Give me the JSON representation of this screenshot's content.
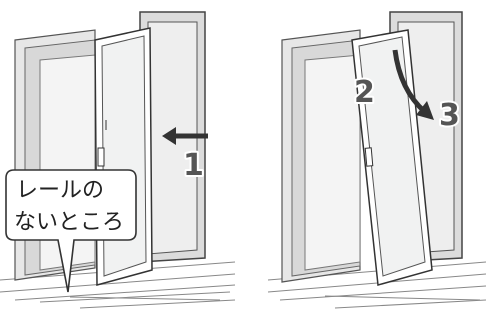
{
  "panels": [
    {
      "steps": [
        "1"
      ],
      "callout": {
        "line1": "レールの",
        "line2": "ないところ"
      }
    },
    {
      "steps": [
        "2",
        "3"
      ]
    }
  ],
  "colors": {
    "wall": "#e6e6e6",
    "wall_shadow": "#cfcfcf",
    "frame": "#ffffff",
    "glass": "#eef0f0",
    "stroke": "#444444",
    "arrow": "#333333",
    "step_number": "#555555"
  }
}
